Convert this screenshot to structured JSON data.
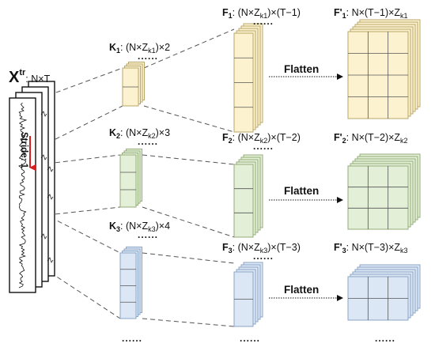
{
  "colors": {
    "yellow_fill": "#fdf2cf",
    "yellow_stroke": "#b9a66a",
    "green_fill": "#e3efd6",
    "green_stroke": "#93ae7a",
    "blue_fill": "#dce7f5",
    "blue_stroke": "#8aa4c6",
    "stride_arrow": "#d42020",
    "dashed_line": "#555555"
  },
  "input": {
    "symbol": "X",
    "superscript": "tr",
    "dims": ": N×T",
    "stride_label": "Stride: 1"
  },
  "kernels": [
    {
      "name": "K",
      "sub": "1",
      "dims": ": (N×Z",
      "dims_sub": "k1",
      "dims_tail": ")×2"
    },
    {
      "name": "K",
      "sub": "2",
      "dims": ": (N×Z",
      "dims_sub": "k2",
      "dims_tail": ")×3"
    },
    {
      "name": "K",
      "sub": "3",
      "dims": ": (N×Z",
      "dims_sub": "k3",
      "dims_tail": ")×4"
    }
  ],
  "feature_maps": [
    {
      "name": "F",
      "sub": "1",
      "dims": ": (N×Z",
      "dims_sub": "k1",
      "dims_tail": ")×(T−1)"
    },
    {
      "name": "F",
      "sub": "2",
      "dims": ": (N×Z",
      "dims_sub": "k2",
      "dims_tail": ")×(T−2)"
    },
    {
      "name": "F",
      "sub": "3",
      "dims": ": (N×Z",
      "dims_sub": "k3",
      "dims_tail": ")×(T−3)"
    }
  ],
  "flattened": [
    {
      "name": "F'",
      "sub": "1",
      "dims": ": N×(T−1)×Z",
      "dims_sub": "k1"
    },
    {
      "name": "F'",
      "sub": "2",
      "dims": ": N×(T−2)×Z",
      "dims_sub": "k2"
    },
    {
      "name": "F'",
      "sub": "3",
      "dims": ": N×(T−3)×Z",
      "dims_sub": "k3"
    }
  ],
  "flatten_label": "Flatten",
  "ellipsis": "......"
}
